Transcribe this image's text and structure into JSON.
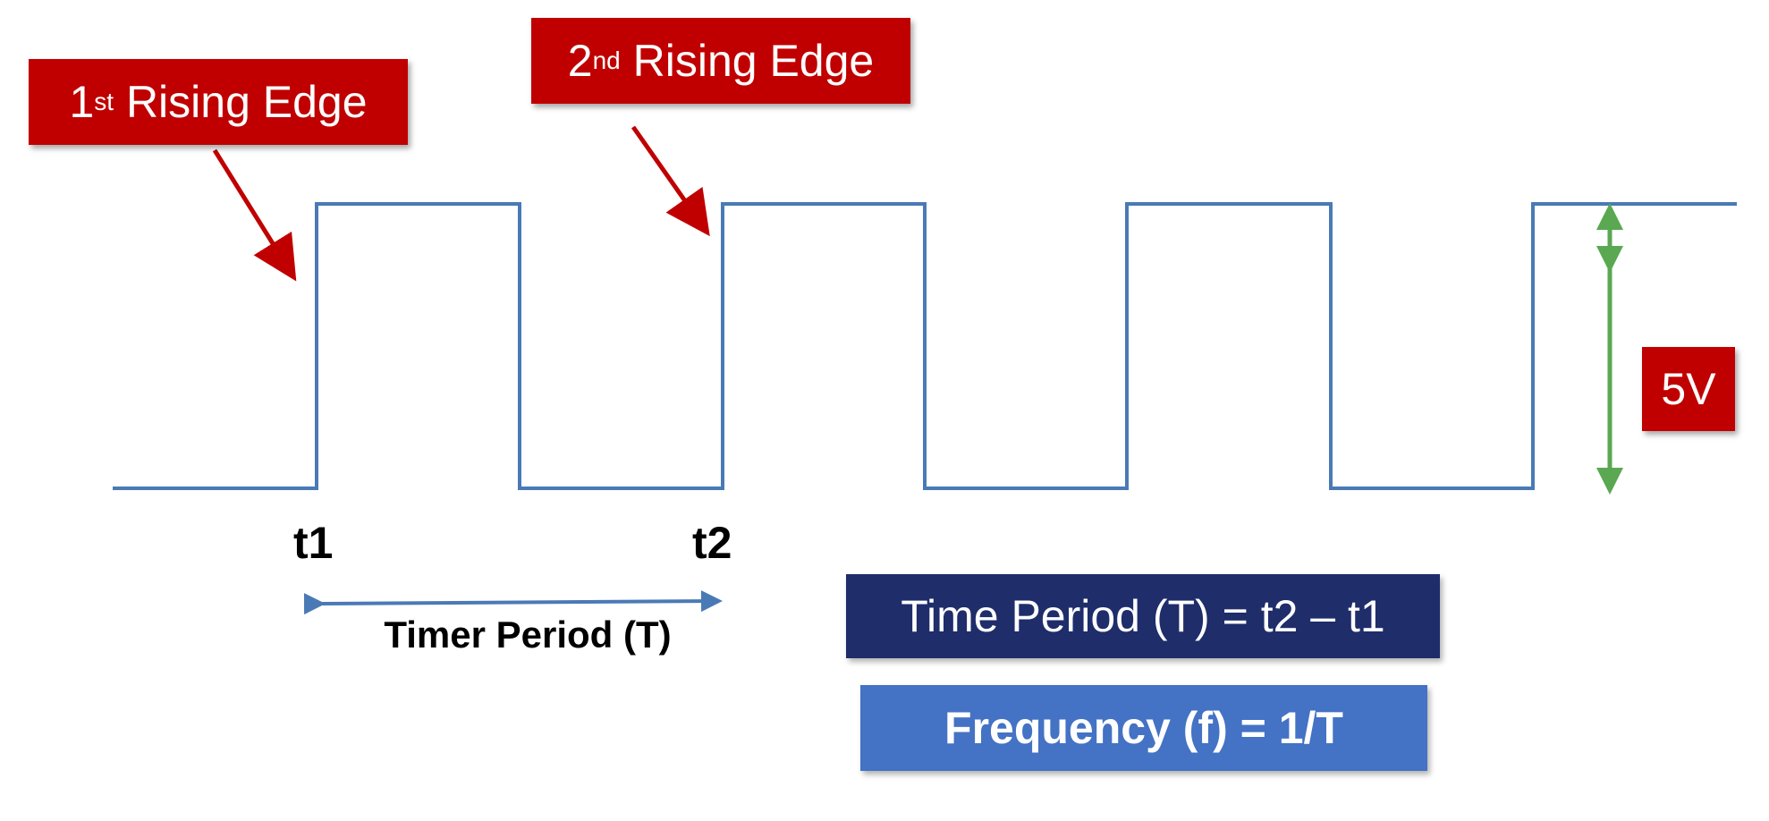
{
  "labels": {
    "edge1_main": "1",
    "edge1_sup": "st",
    "edge1_rest": " Rising Edge",
    "edge2_main": "2",
    "edge2_sup": "nd",
    "edge2_rest": " Rising Edge",
    "voltage": "5V",
    "t1": "t1",
    "t2": "t2",
    "period": "Timer Period (T)"
  },
  "formulas": {
    "time_period": "Time Period (T) = t2 – t1",
    "frequency": "Frequency (f) =  1/T"
  },
  "colors": {
    "waveform": "#4a7ab5",
    "arrow_red": "#c00000",
    "voltage_arrow": "#5aa851",
    "label_red": "#c00000",
    "dark_navy": "#1f2d6b",
    "blue_box": "#4472c4"
  }
}
